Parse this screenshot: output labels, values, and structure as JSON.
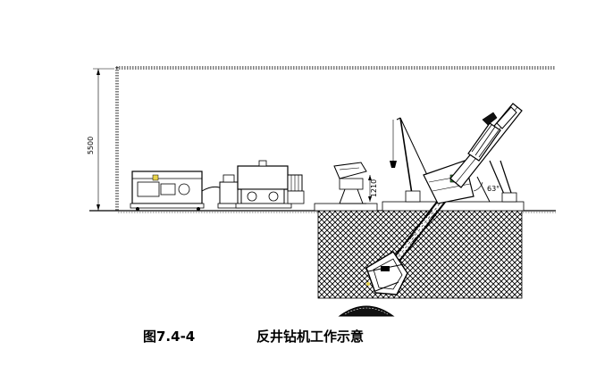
{
  "figure": {
    "number": "图7.4-4",
    "title": "反井钻机工作示意"
  },
  "dimensions": {
    "room_height": "5500",
    "machine_height": "1210",
    "tilt_angle": "63°"
  }
}
